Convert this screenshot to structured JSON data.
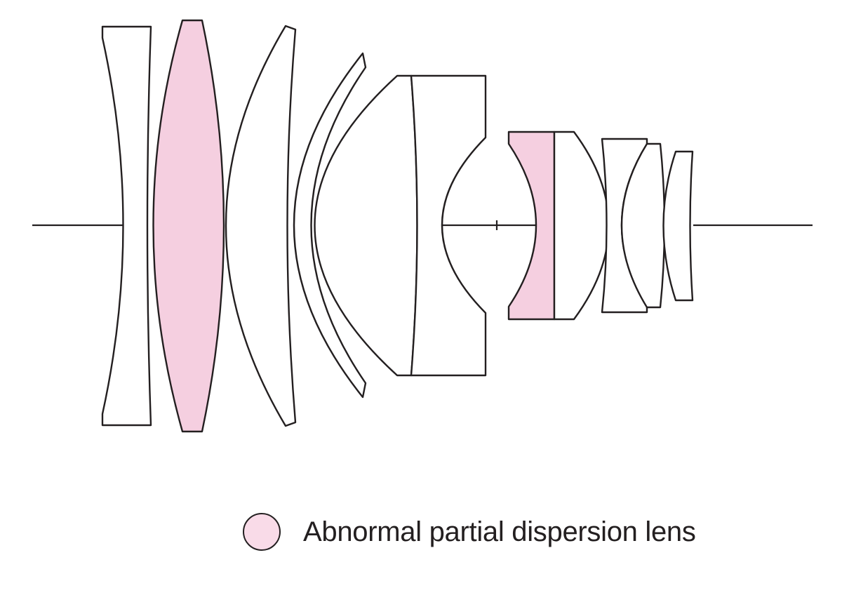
{
  "colors": {
    "stroke": "#231f20",
    "plain_lens_fill": "#ffffff",
    "special_lens_fill": "#f5cfe0",
    "legend_swatch_fill": "#f9dbe8"
  },
  "lenses": [
    {
      "id": "L1",
      "kind": "negative",
      "special": false
    },
    {
      "id": "L2",
      "kind": "biconvex",
      "special": true
    },
    {
      "id": "L3",
      "kind": "meniscus",
      "special": false
    },
    {
      "id": "L4",
      "kind": "meniscus",
      "special": false
    },
    {
      "id": "L5",
      "kind": "cemented-front",
      "special": false
    },
    {
      "id": "L6",
      "kind": "cemented-rear",
      "special": false
    },
    {
      "id": "L7",
      "kind": "biconcave",
      "special": true
    },
    {
      "id": "L8",
      "kind": "positive",
      "special": false
    },
    {
      "id": "L9",
      "kind": "negative",
      "special": false
    },
    {
      "id": "L10",
      "kind": "positive",
      "special": false
    },
    {
      "id": "L11",
      "kind": "meniscus",
      "special": false
    }
  ],
  "legend": {
    "label": "Abnormal partial dispersion lens"
  }
}
